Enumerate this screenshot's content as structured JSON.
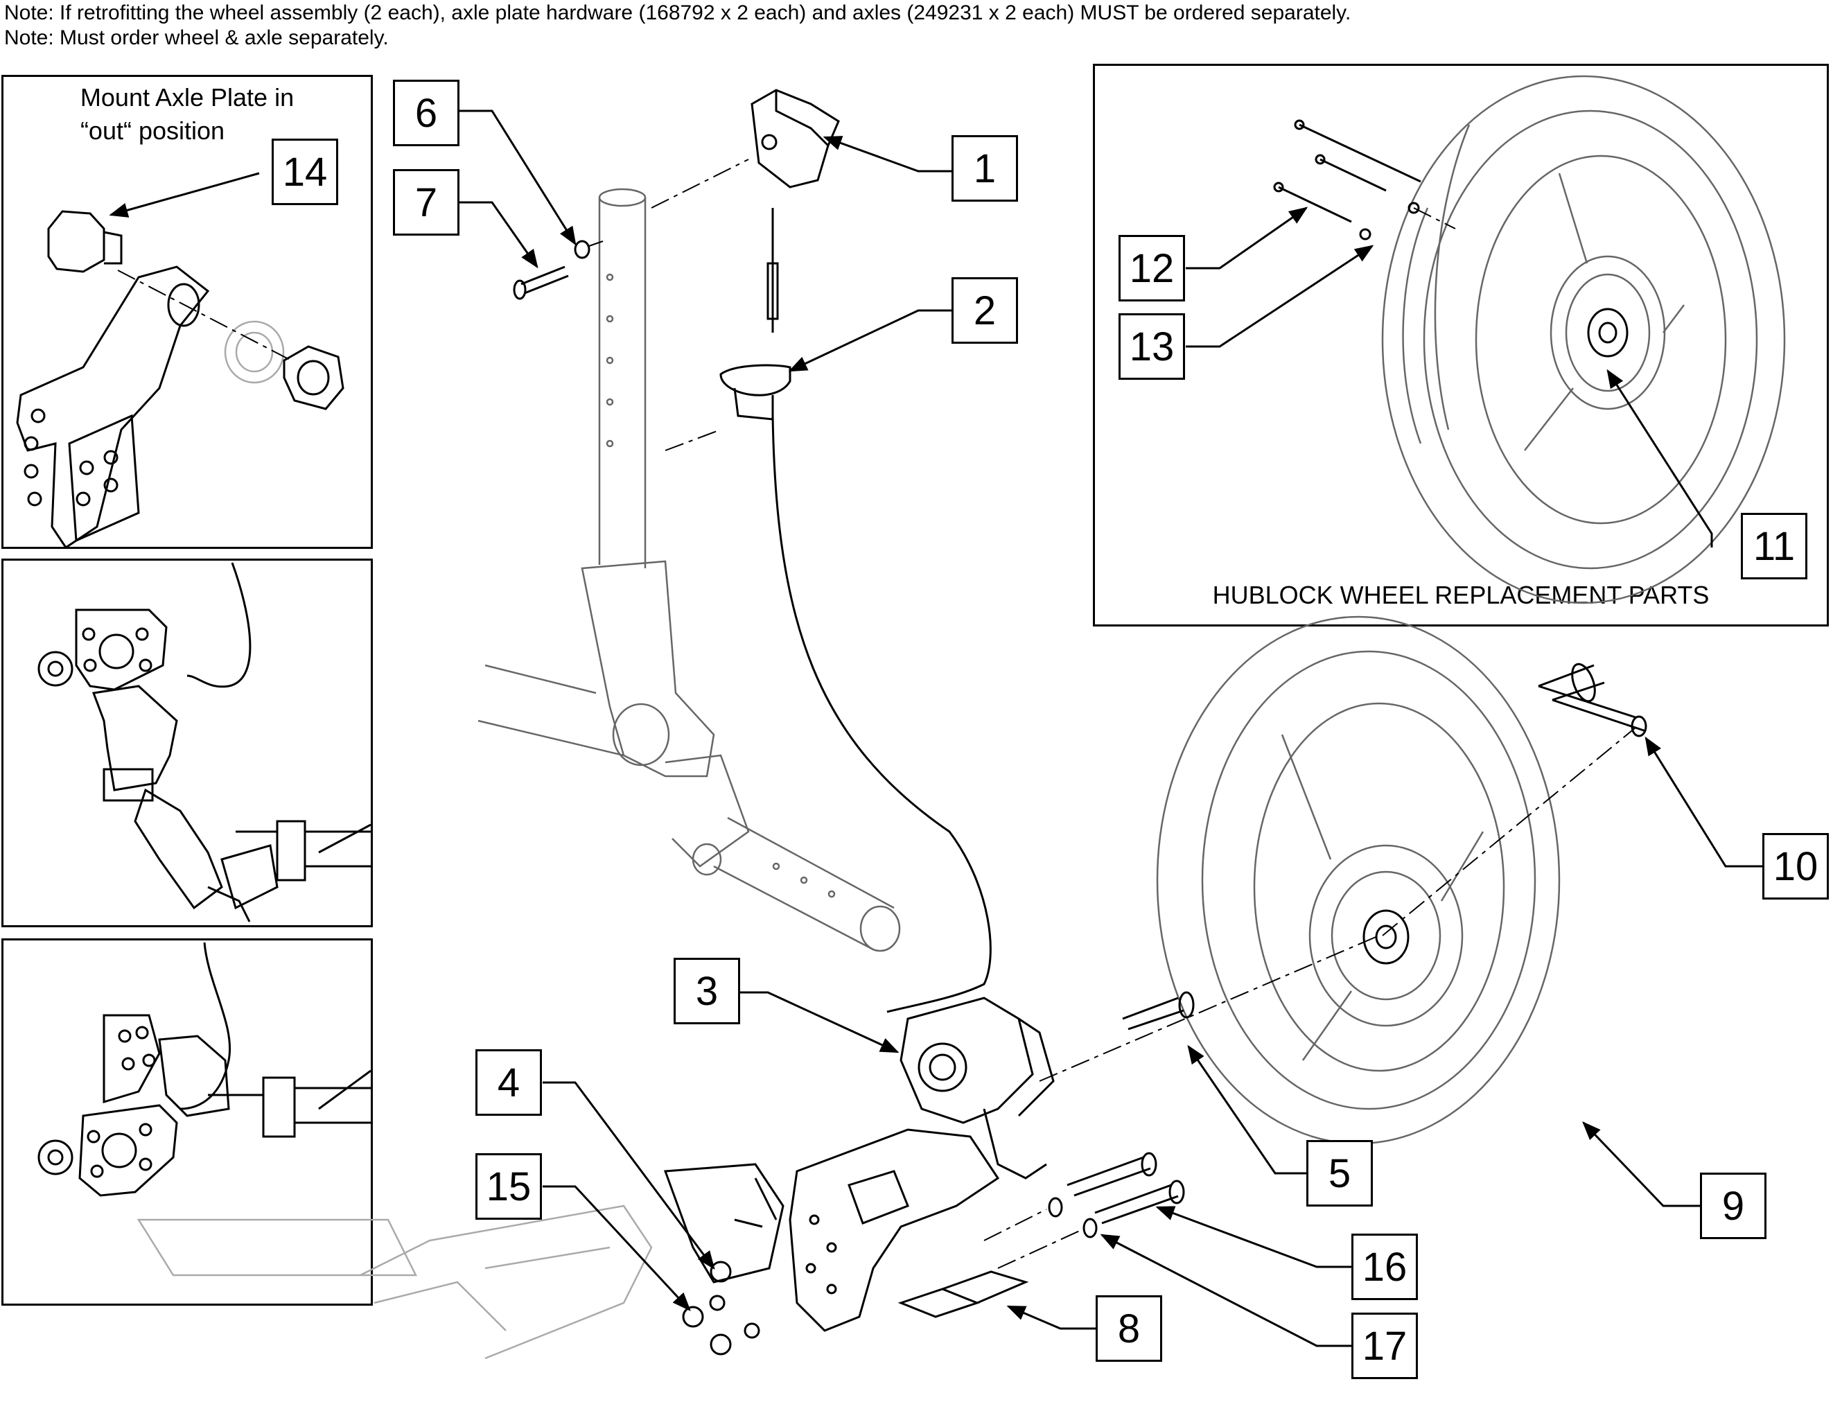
{
  "notes": [
    "Note: If retrofitting the wheel assembly (2 each), axle plate hardware (168792 x 2 each) and axles (249231 x 2 each) MUST be ordered separately.",
    "Note: Must order wheel & axle separately."
  ],
  "inset_axle_plate": {
    "caption_line1": "Mount Axle Plate in",
    "caption_line2": "“out“ position"
  },
  "hublock_panel": {
    "caption": "HUBLOCK WHEEL REPLACEMENT PARTS"
  },
  "callouts": {
    "c1": "1",
    "c2": "2",
    "c3": "3",
    "c4": "4",
    "c5": "5",
    "c6": "6",
    "c7": "7",
    "c8": "8",
    "c9": "9",
    "c10": "10",
    "c11": "11",
    "c12": "12",
    "c13": "13",
    "c14": "14",
    "c15": "15",
    "c16": "16",
    "c17": "17"
  },
  "icons": {
    "callout_pointer": "arrow-pointer-icon"
  }
}
